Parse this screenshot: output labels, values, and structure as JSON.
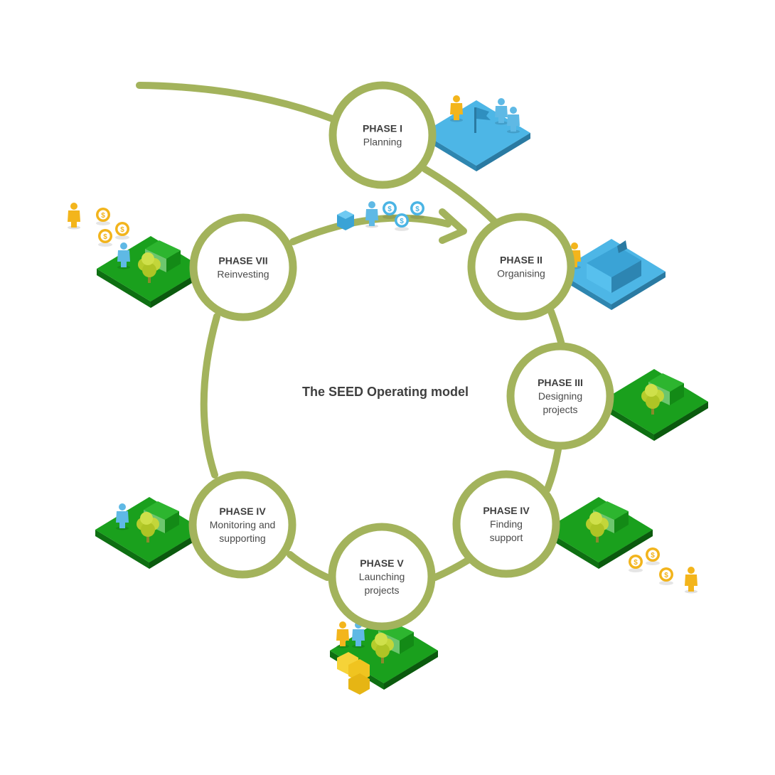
{
  "title": "The SEED Operating model",
  "colors": {
    "ring": "#a3b35c",
    "node_fill": "#ffffff",
    "grass": "#199c1c",
    "water": "#4ab4e4",
    "person_yellow": "#f3b51c",
    "person_blue": "#5fb9e5",
    "coin": "#f2b41c"
  },
  "phases": [
    {
      "id": "phase-1",
      "title": "PHASE I",
      "lines": [
        "Planning"
      ],
      "icon": "planning-platform-icon"
    },
    {
      "id": "phase-2",
      "title": "PHASE II",
      "lines": [
        "Organising"
      ],
      "icon": "organising-building-icon"
    },
    {
      "id": "phase-3",
      "title": "PHASE III",
      "lines": [
        "Designing",
        "projects"
      ],
      "icon": "design-park-icon"
    },
    {
      "id": "phase-4-finding",
      "title": "PHASE IV",
      "lines": [
        "Finding",
        "support"
      ],
      "icon": "finding-support-park-icon"
    },
    {
      "id": "phase-5",
      "title": "PHASE V",
      "lines": [
        "Launching",
        "projects"
      ],
      "icon": "launch-park-icon"
    },
    {
      "id": "phase-4-monitoring",
      "title": "PHASE IV",
      "lines": [
        "Monitoring and",
        "supporting"
      ],
      "icon": "monitoring-park-icon"
    },
    {
      "id": "phase-7",
      "title": "PHASE VII",
      "lines": [
        "Reinvesting"
      ],
      "icon": "reinvest-park-icon"
    }
  ]
}
